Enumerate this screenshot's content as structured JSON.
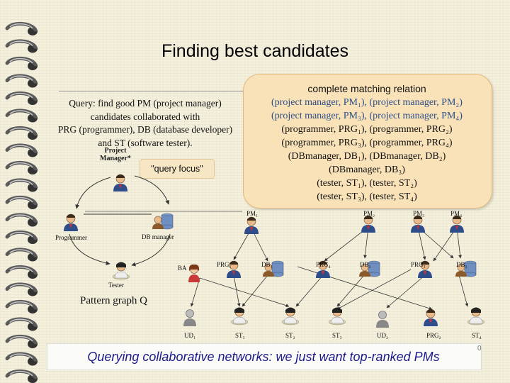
{
  "title": "Finding best candidates",
  "query": {
    "lines": [
      "Query: find good PM (project manager)",
      "candidates collaborated with",
      "PRG (programmer), DB (database developer)",
      "and ST (software tester)."
    ]
  },
  "pattern": {
    "pm_label_1": "Project",
    "pm_label_2": "Manager*",
    "programmer_label": "Programmer",
    "db_label": "DB manager",
    "tester_label": "Tester",
    "graph_label": "Pattern graph Q"
  },
  "query_focus": "\"query focus\"",
  "matching": {
    "title": "complete matching relation",
    "lines": [
      "(project manager, PM₁), (project manager, PM₂)",
      "(project manager, PM₃), (project manager, PM₄)",
      "(programmer, PRG₁), (programmer, PRG₂)",
      "(programmer, PRG₃), (programmer, PRG₄)",
      "(DBmanager, DB₁), (DBmanager, DB₂)",
      "(DBmanager, DB₃)",
      "(tester, ST₁), (tester, ST₂)",
      "(tester, ST₃), (tester, ST₄)"
    ]
  },
  "network": {
    "PM1": "PM₁",
    "PM2": "PM₂",
    "PM3": "PM₃",
    "PM4": "PM₄",
    "BA": "BA",
    "PRG1": "PRG₁",
    "DB1": "DB₁",
    "PRG4": "PRG₄",
    "DB2": "DB₂",
    "PRG3": "PRG₃",
    "DB3": "DB₃",
    "UD1": "UD₁",
    "ST1": "ST₁",
    "ST2": "ST₂",
    "ST3": "ST₃",
    "UD2": "UD₂",
    "PRG2": "PRG₂",
    "ST4": "ST₄"
  },
  "banner": "Querying collaborative networks: we just want top-ranked PMs",
  "page_number": "0",
  "colors": {
    "slide_background": "#f4f0dc",
    "box_fill": "#f9e2b8",
    "query_focus_fill": "#f7e6c4",
    "banner_text": "#1c1a8c",
    "highlight_text": "#2c4f88"
  }
}
